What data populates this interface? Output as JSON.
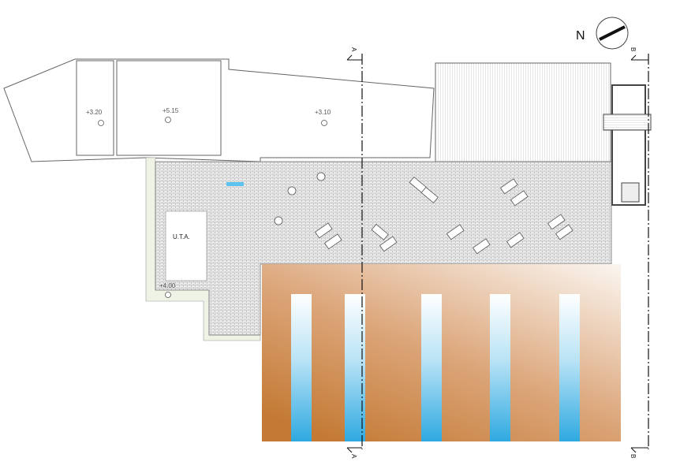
{
  "north_label": "N",
  "section_a_label": "A",
  "section_b_label": "B",
  "levels": {
    "room_left": "+3.20",
    "room_center": "+5.15",
    "room_right": "+3.10",
    "terrace_lower": "+4.00"
  },
  "rooms": {
    "uta": "U.T.A."
  },
  "colors": {
    "pool": "#3fb2e6",
    "deck_top": "#f7efe6",
    "deck_bottom": "#c98442",
    "paving": "#d9d9d9",
    "garden": "#eef3e6"
  }
}
